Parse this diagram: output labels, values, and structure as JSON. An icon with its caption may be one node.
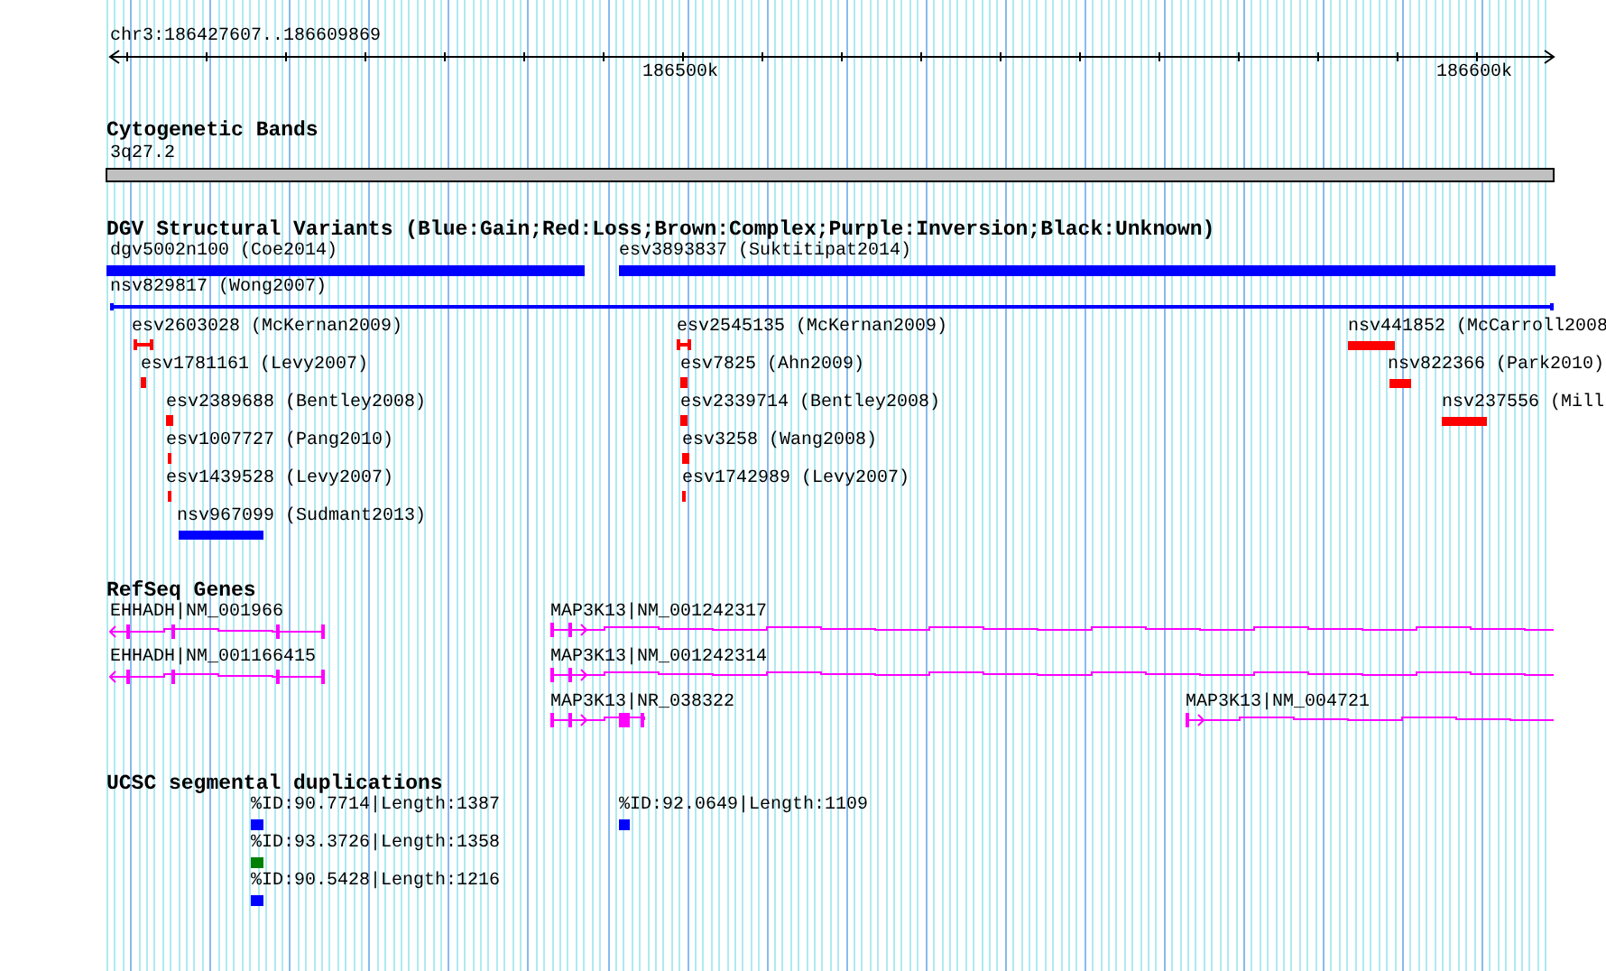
{
  "diagram": {
    "nodes": [
      {
        "text": [
          "dgv5002n100 (Coe2014)"
        ]
      },
      {
        "text": [
          "esv3893837 (Suktitipat2014)"
        ]
      },
      {
        "text": [
          "nsv829817 (Wong2007)"
        ]
      },
      {
        "text": [
          "esv2603028 (McKernan2009)"
        ]
      },
      {
        "text": [
          "esv2545135 (McKernan2009)"
        ]
      },
      {
        "text": [
          "nsv441852 (McCarroll2008"
        ]
      },
      {
        "text": [
          "esv1781161 (Levy2007)"
        ]
      },
      {
        "text": [
          "esv7825 (Ahn2009)"
        ]
      },
      {
        "text": [
          "nsv822366 (Park2010)"
        ]
      },
      {
        "text": [
          "esv2389688 (Bentley2008)"
        ]
      },
      {
        "text": [
          "esv2339714 (Bentley2008)"
        ]
      },
      {
        "text": [
          "nsv237556 (Mill"
        ]
      },
      {
        "text": [
          "esv1007727 (Pang2010)"
        ]
      },
      {
        "text": [
          "esv3258 (Wang2008)"
        ]
      },
      {
        "text": [
          "esv1439528 (Levy2007)"
        ]
      },
      {
        "text": [
          "esv1742989 (Levy2007)"
        ]
      },
      {
        "text": [
          "nsv967099 (Sudmant2013)"
        ]
      },
      {
        "text": [
          "EHHADH|NM_001966"
        ]
      },
      {
        "text": [
          "MAP3K13|NM_001242317"
        ]
      },
      {
        "text": [
          "EHHADH|NM_001166415"
        ]
      },
      {
        "text": [
          "MAP3K13|NM_001242314"
        ]
      },
      {
        "text": [
          "MAP3K13|NR_038322"
        ]
      },
      {
        "text": [
          "MAP3K13|NM_004721"
        ]
      },
      {
        "text": [
          "%ID:90.7714|Length:1387"
        ]
      },
      {
        "text": [
          "%ID:92.0649|Length:1109"
        ]
      },
      {
        "text": [
          "%ID:93.3726|Length:1358"
        ]
      },
      {
        "text": [
          "%ID:90.5428|Length:1216"
        ]
      }
    ],
    "labels": [
      "chr3:186427607..186609869",
      "186500k",
      "186600k",
      "Cytogenetic Bands",
      "3q27.2",
      "DGV Structural Variants (Blue:Gain;Red:Loss;Brown:Complex;Purple:Inversion;Black:Unknown)",
      "RefSeq Genes",
      "UCSC segmental duplications"
    ]
  }
}
